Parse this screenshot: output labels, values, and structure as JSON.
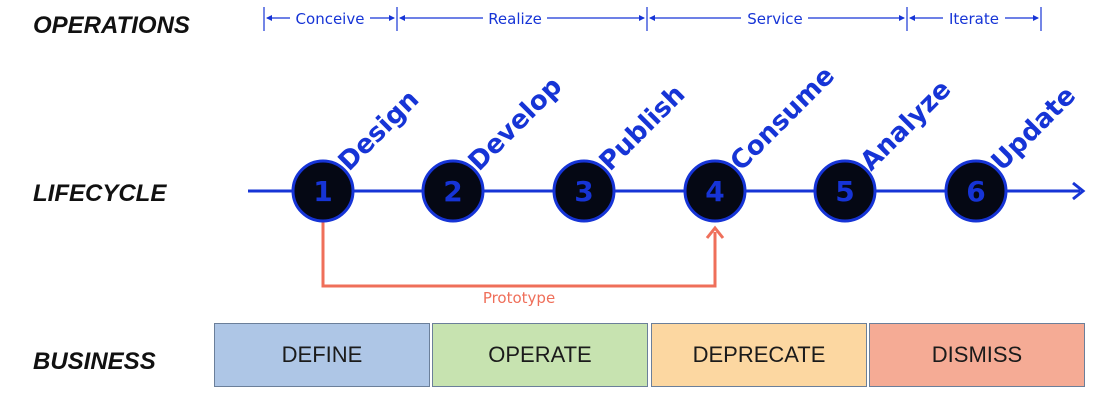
{
  "rows": {
    "operations": "OPERATIONS",
    "lifecycle": "LIFECYCLE",
    "business": "BUSINESS"
  },
  "colors": {
    "blue": "#1634d6",
    "node_fill": "#050814",
    "prototype": "#ef6f5a"
  },
  "phases": [
    {
      "label": "Conceive"
    },
    {
      "label": "Realize"
    },
    {
      "label": "Service"
    },
    {
      "label": "Iterate"
    }
  ],
  "steps": [
    {
      "number": "1",
      "label": "Design"
    },
    {
      "number": "2",
      "label": "Develop"
    },
    {
      "number": "3",
      "label": "Publish"
    },
    {
      "number": "4",
      "label": "Consume"
    },
    {
      "number": "5",
      "label": "Analyze"
    },
    {
      "number": "6",
      "label": "Update"
    }
  ],
  "prototype": {
    "label": "Prototype",
    "from_step": "1",
    "to_step": "4"
  },
  "business": [
    {
      "label": "DEFINE",
      "color": "#aec6e6"
    },
    {
      "label": "OPERATE",
      "color": "#c7e3b0"
    },
    {
      "label": "DEPRECATE",
      "color": "#fcd7a1"
    },
    {
      "label": "DISMISS",
      "color": "#f5ab95"
    }
  ]
}
